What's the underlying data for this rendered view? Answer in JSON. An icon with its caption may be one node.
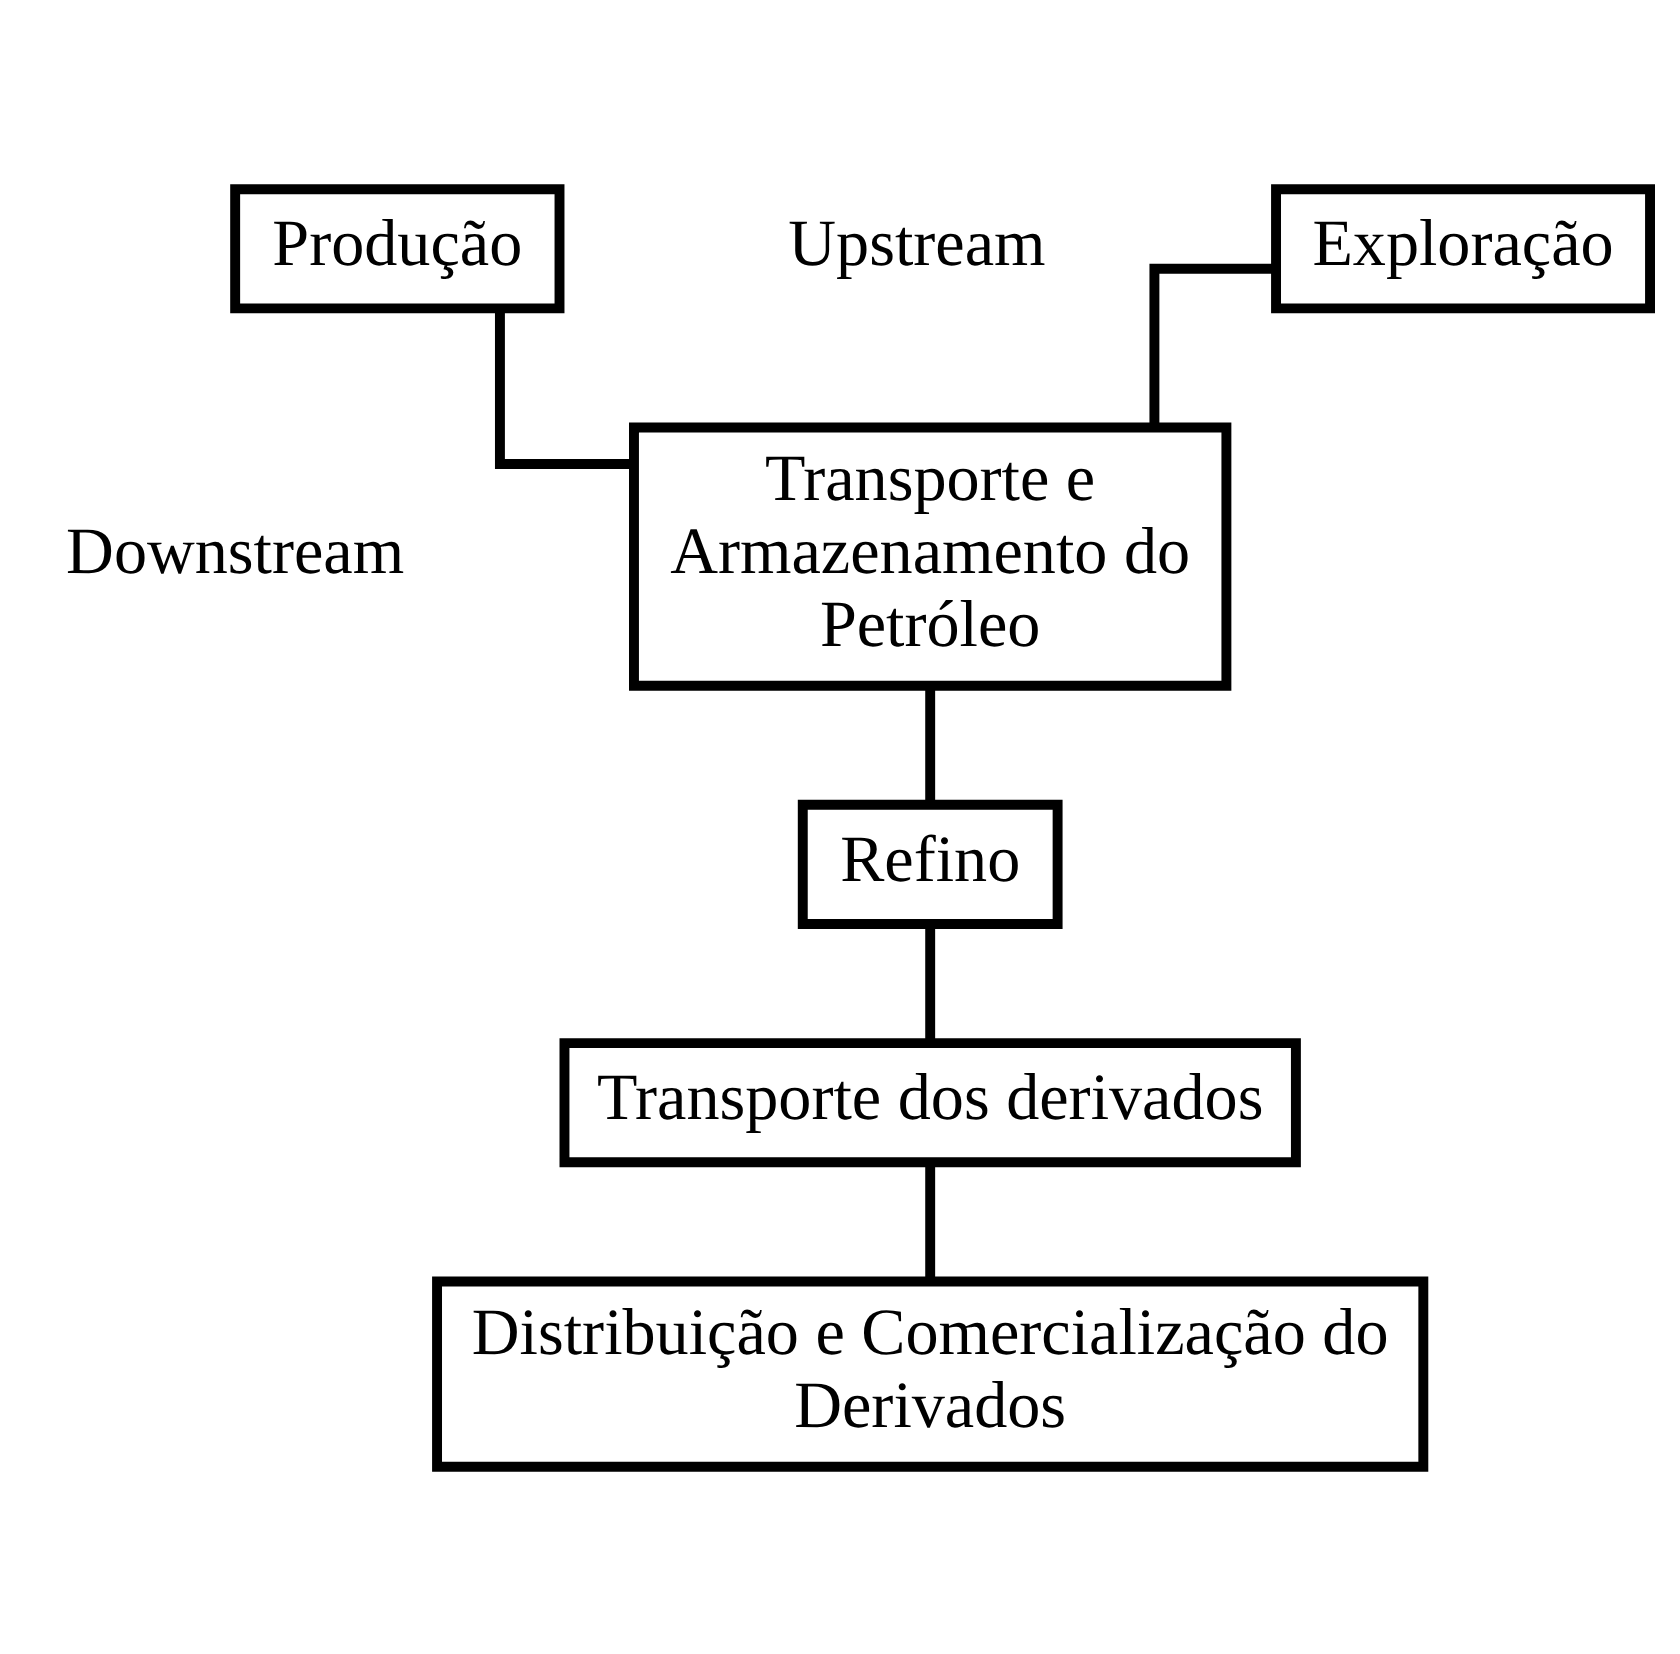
{
  "diagram": {
    "nodes": [
      {
        "text": [
          "Exploração"
        ]
      },
      {
        "text": [
          "Produção"
        ]
      },
      {
        "text": [
          "Transporte e Armazenamento do Petróleo"
        ]
      },
      {
        "text": [
          "Refino"
        ]
      },
      {
        "text": [
          "Transporte dos derivados"
        ]
      },
      {
        "text": [
          "Distribuição e Comercialização do Derivados"
        ]
      }
    ],
    "edges": [
      {
        "from": 0,
        "to": 2,
        "arrow": "none"
      },
      {
        "from": 1,
        "to": 2,
        "arrow": "none"
      },
      {
        "from": 2,
        "to": 3,
        "arrow": "none"
      },
      {
        "from": 3,
        "to": 4,
        "arrow": "none"
      },
      {
        "from": 4,
        "to": 5,
        "arrow": "none"
      }
    ],
    "labels": [
      "Upstream",
      "Downstream"
    ]
  }
}
